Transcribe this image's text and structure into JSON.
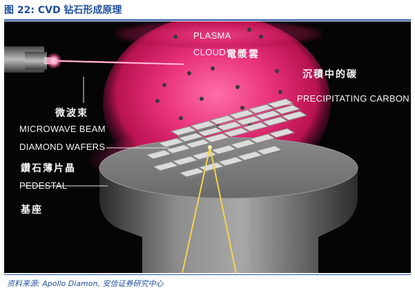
{
  "figure": {
    "title": "图 22:  CVD 钻石形成原理",
    "source": "资料来源: Apollo Diamon, 安信证券研究中心"
  },
  "labels": {
    "plasma_en_line1": "PLASMA",
    "plasma_en_line2": "CLOUD",
    "plasma_cn": "電漿雲",
    "carbon_cn": "沉積中的碳",
    "carbon_en": "PRECIPITATING CARBON",
    "microwave_cn": "微波束",
    "microwave_en": "MICROWAVE BEAM",
    "wafers_en": "DIAMOND WAFERS",
    "wafers_cn": "鑽石薄片晶",
    "pedestal_en": "PEDESTAL",
    "pedestal_cn": "基座"
  },
  "colors": {
    "title_blue": "#1f4e9c",
    "plasma_magenta": "#e8307a",
    "laser_yellow": "#f3d54a",
    "pedestal_gray": "#6e6e6e"
  },
  "icons": {
    "emitter": "microwave-emitter-icon"
  }
}
